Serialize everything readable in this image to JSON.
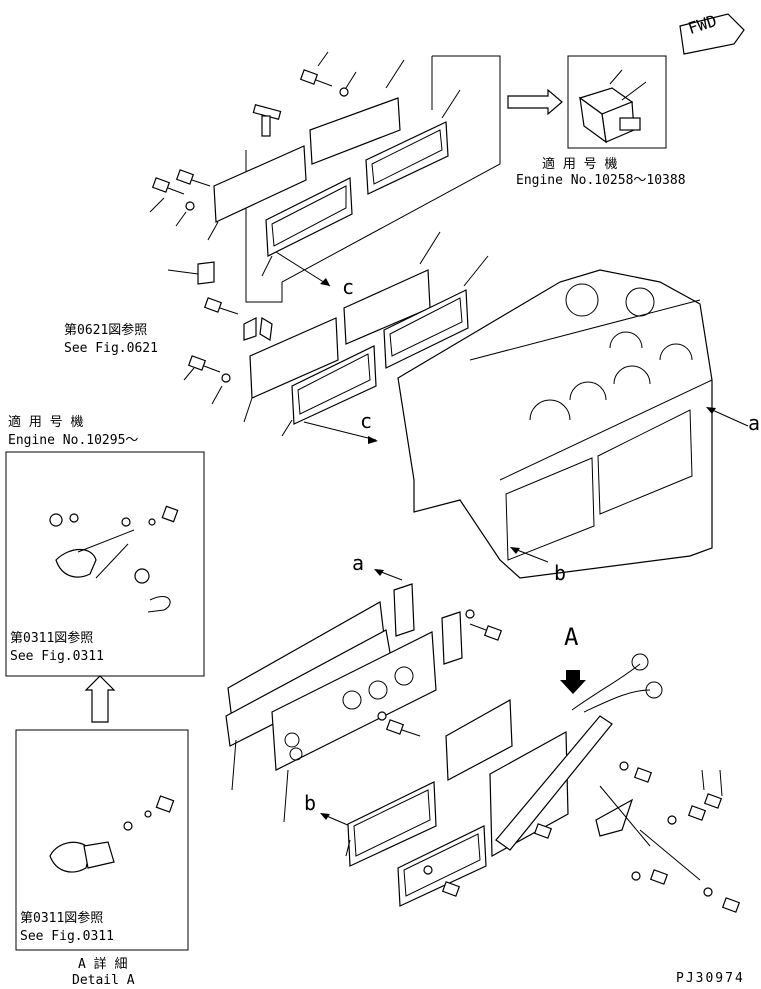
{
  "arrow_label": "FWD",
  "applicability_top": {
    "jp": "適 用 号 機",
    "en": "Engine No.10258〜10388"
  },
  "applicability_left": {
    "jp": "適 用 号 機",
    "en": "Engine No.10295〜"
  },
  "ref_0621": {
    "jp": "第0621図参照",
    "en": "See Fig.0621"
  },
  "ref_0311_a": {
    "jp": "第0311図参照",
    "en": "See Fig.0311"
  },
  "ref_0311_b": {
    "jp": "第0311図参照",
    "en": "See Fig.0311"
  },
  "detail_caption": {
    "jp": "A 詳 細",
    "en": "Detail A"
  },
  "callouts": {
    "a": "a",
    "b": "b",
    "c": "c",
    "A": "A"
  },
  "drawing_number": "PJ30974"
}
